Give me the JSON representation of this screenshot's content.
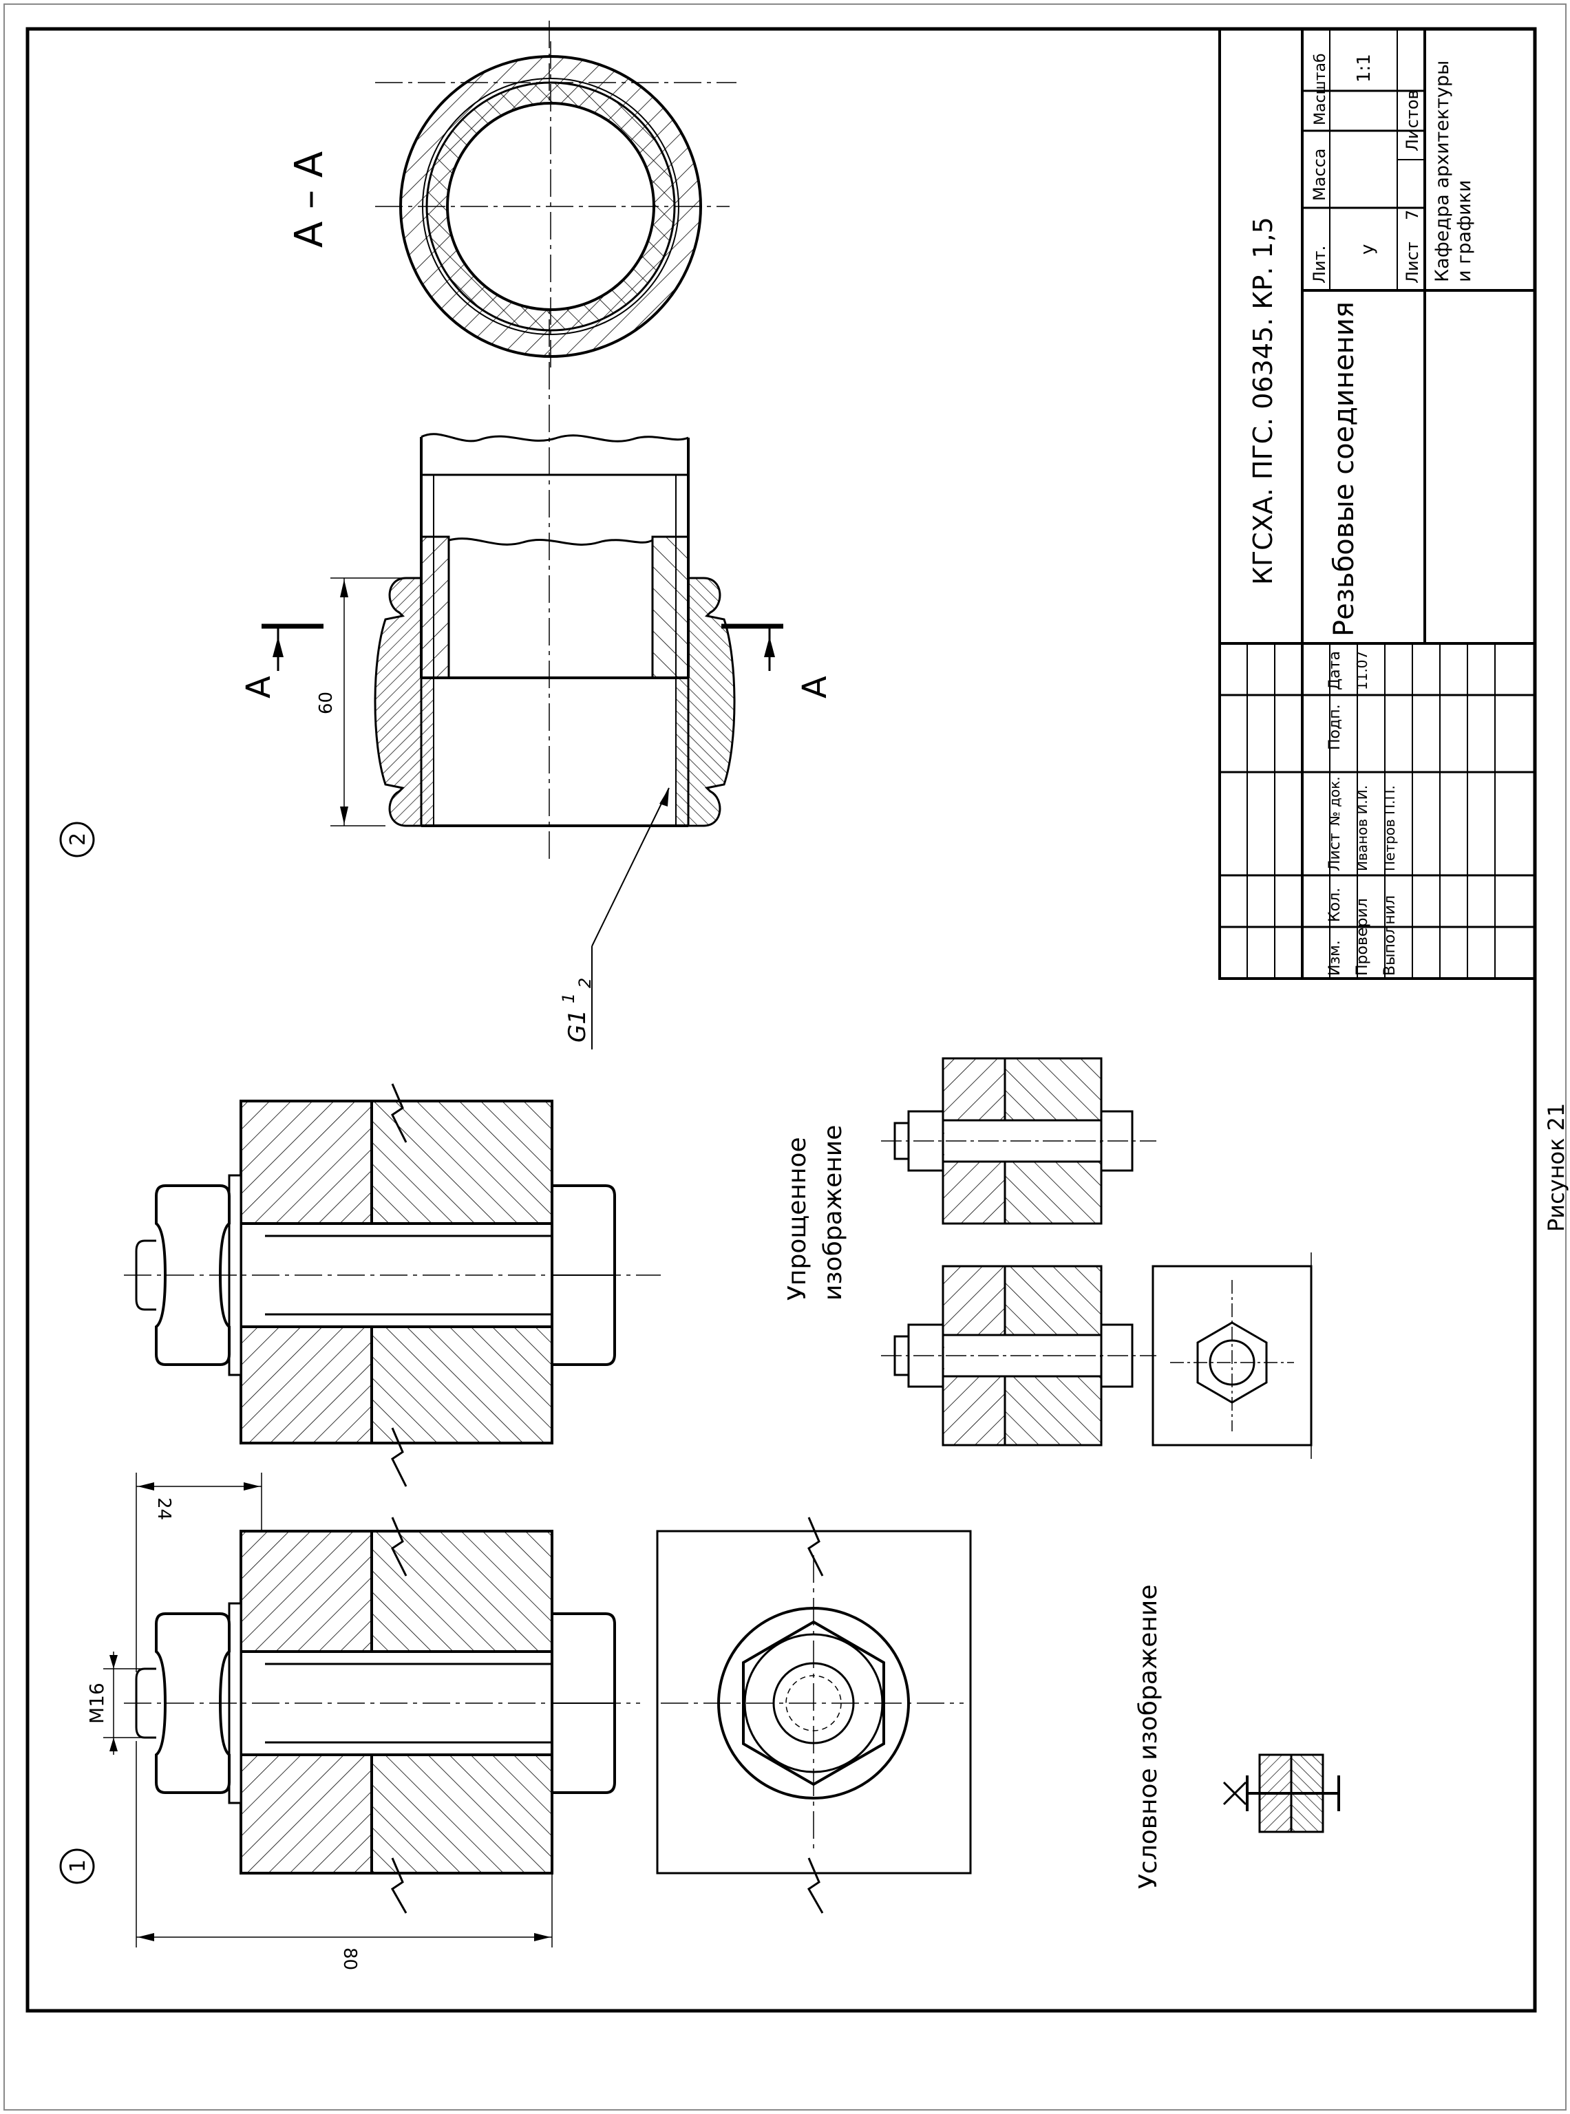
{
  "drawing": {
    "number": "КГСХА. ПГС. 06345. КР. 1,5",
    "title": "Резьбовые соединения",
    "department": [
      "Кафедра архитектуры",
      "и графики"
    ],
    "figure_caption": "Рисунок 21"
  },
  "title_block": {
    "col_headers": [
      "Изм.",
      "Кол.",
      "Лист",
      "№ док.",
      "Подп.",
      "Дата"
    ],
    "checked_label": "Проверил",
    "checked_name": "Иванов И.И.",
    "author_label": "Выполнил",
    "author_name": "Петров П.П.",
    "date": "11.07",
    "lit_label": "Лит.",
    "lit_value": "у",
    "mass_label": "Масса",
    "scale_label": "Масштаб",
    "scale_value": "1:1",
    "sheet_label": "Лист",
    "sheet_value": "7",
    "sheets_label": "Листов"
  },
  "views": {
    "num1": "1",
    "num2": "2",
    "section_title": "А – А",
    "section_letter": "А",
    "simplified_label": [
      "Упрощенное",
      "изображение"
    ],
    "conventional_label": "Условное изображение"
  },
  "dimensions": {
    "pipe_height": "60",
    "thread_main": "G1",
    "thread_num": "1",
    "thread_den": "2",
    "bolt_diameter": "M16",
    "bolt_protrusion": "24",
    "bolt_length": "80"
  },
  "colors": {
    "line": "#000000",
    "background": "#ffffff"
  }
}
